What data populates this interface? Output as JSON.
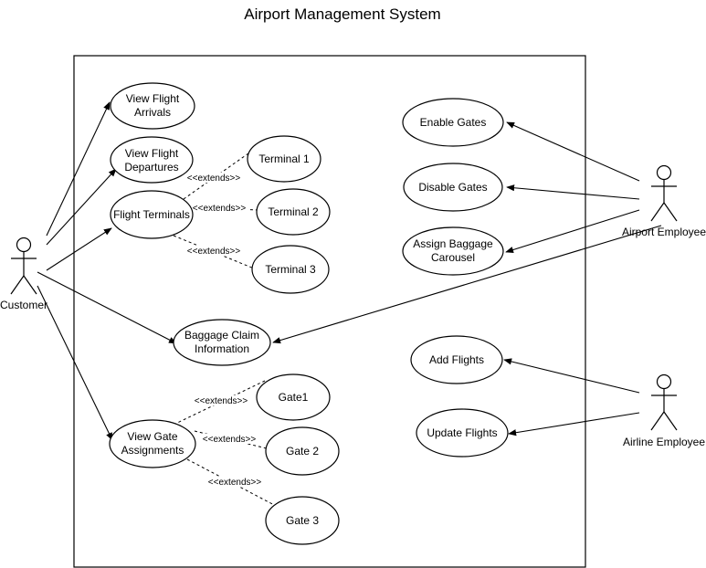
{
  "title": "Airport Management System",
  "actors": {
    "customer": "Customer",
    "airport_employee": "Airport Employee",
    "airline_employee": "Airline Employee"
  },
  "use_cases": {
    "view_flight_arrivals": [
      "View Flight",
      "Arrivals"
    ],
    "view_flight_departures": [
      "View Flight",
      "Departures"
    ],
    "flight_terminals": [
      "Flight Terminals"
    ],
    "terminal_1": [
      "Terminal 1"
    ],
    "terminal_2": [
      "Terminal 2"
    ],
    "terminal_3": [
      "Terminal 3"
    ],
    "baggage_claim_information": [
      "Baggage Claim",
      "Information"
    ],
    "view_gate_assignments": [
      "View Gate",
      "Assignments"
    ],
    "gate_1": [
      "Gate1"
    ],
    "gate_2": [
      "Gate 2"
    ],
    "gate_3": [
      "Gate 3"
    ],
    "enable_gates": [
      "Enable Gates"
    ],
    "disable_gates": [
      "Disable Gates"
    ],
    "assign_baggage_carousel": [
      "Assign Baggage",
      "Carousel"
    ],
    "add_flights": [
      "Add Flights"
    ],
    "update_flights": [
      "Update Flights"
    ]
  },
  "relation_label": "<<extends>>"
}
